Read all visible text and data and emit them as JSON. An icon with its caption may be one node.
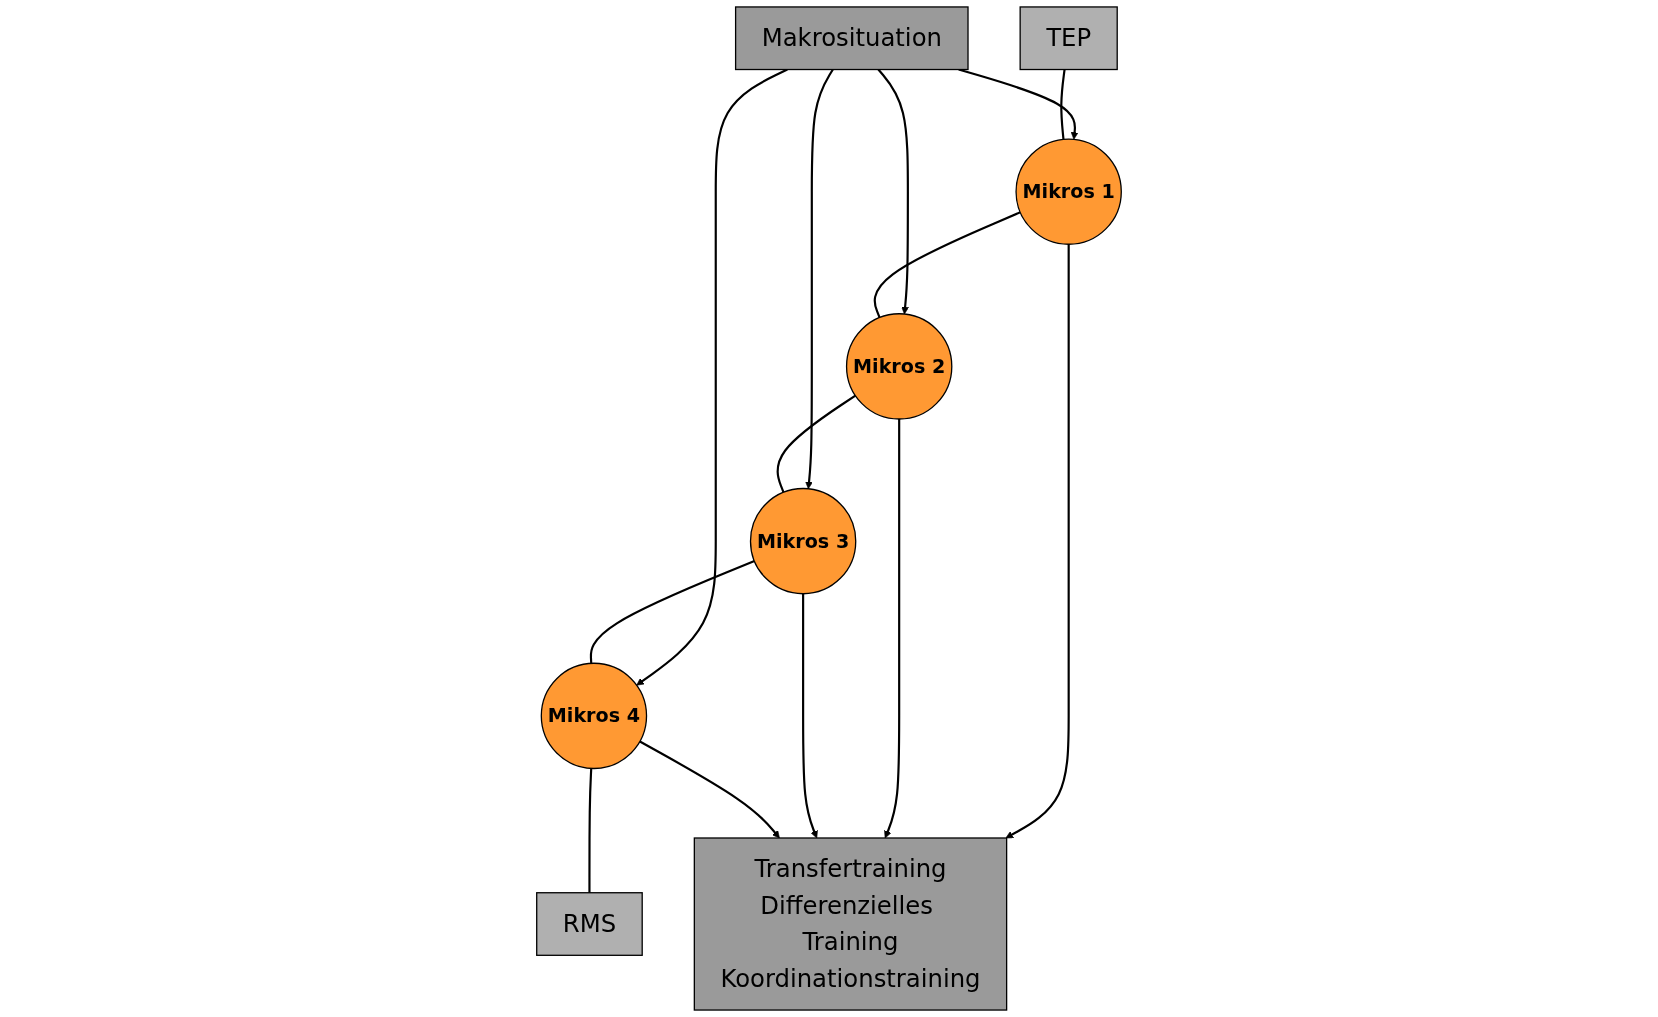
{
  "diagram": {
    "nodes": [
      {
        "text": [
          "TEP"
        ]
      },
      {
        "text": [
          "Makrosituation"
        ]
      },
      {
        "text": [
          "RMS"
        ]
      },
      {
        "text": [
          "Mikros 1"
        ]
      },
      {
        "text": [
          "Mikros 2"
        ]
      },
      {
        "text": [
          "Mikros 3"
        ]
      },
      {
        "text": [
          "Mikros 4"
        ]
      },
      {
        "text": [
          "Transfertraining",
          "Differenzielles Training",
          "Koordinationstraining"
        ]
      }
    ],
    "edges": [
      {
        "from": 1,
        "to": 3,
        "arrow": "to"
      },
      {
        "from": 1,
        "to": 4,
        "arrow": "to"
      },
      {
        "from": 1,
        "to": 5,
        "arrow": "to"
      },
      {
        "from": 1,
        "to": 6,
        "arrow": "to"
      },
      {
        "from": 0,
        "to": 3,
        "arrow": "none"
      },
      {
        "from": 3,
        "to": 4,
        "arrow": "none"
      },
      {
        "from": 4,
        "to": 5,
        "arrow": "none"
      },
      {
        "from": 5,
        "to": 6,
        "arrow": "none"
      },
      {
        "from": 6,
        "to": 2,
        "arrow": "none"
      },
      {
        "from": 3,
        "to": 7,
        "arrow": "to"
      },
      {
        "from": 4,
        "to": 7,
        "arrow": "to"
      },
      {
        "from": 5,
        "to": 7,
        "arrow": "to"
      },
      {
        "from": 6,
        "to": 7,
        "arrow": "to"
      }
    ]
  }
}
